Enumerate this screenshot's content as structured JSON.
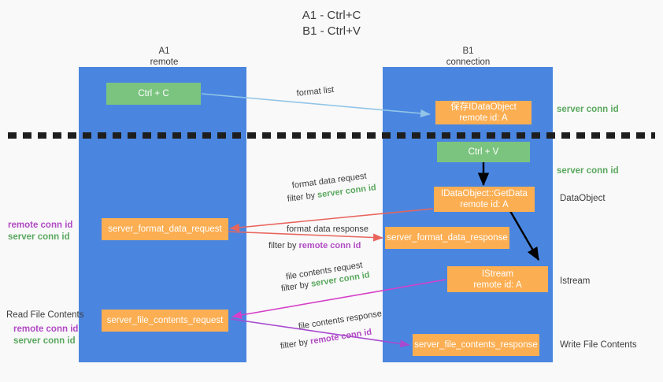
{
  "title": {
    "line1": "A1 - Ctrl+C",
    "line2": "B1 - Ctrl+V"
  },
  "colors": {
    "lane": "#4a86e0",
    "node_green": "#7bc47f",
    "node_orange": "#fcae52",
    "server_conn": "#5aa85e",
    "remote_conn": "#b14ac4",
    "arrow_blue": "#92c5e8",
    "arrow_red": "#e8655e",
    "arrow_magenta": "#d63fc8",
    "arrow_purple": "#a84ad0",
    "arrow_black": "#000000",
    "background": "#f9f9f9",
    "text": "#3c3c3c"
  },
  "columns": [
    {
      "name": "A1",
      "sub": "remote"
    },
    {
      "name": "B1",
      "sub": "connection"
    }
  ],
  "nodes": {
    "ctrl_c": "Ctrl + C",
    "save_idataobject_l1": "保存IDataObject",
    "save_idataobject_l2": "remote id: A",
    "ctrl_v": "Ctrl + V",
    "getdata_l1": "IDataObject::GetData",
    "getdata_l2": "remote id: A",
    "server_format_data_request": "server_format_data_request",
    "server_format_data_response": "server_format_data_response",
    "istream_l1": "IStream",
    "istream_l2": "remote id: A",
    "server_file_contents_request": "server_file_contents_request",
    "server_file_contents_response": "server_file_contents_response"
  },
  "edge_labels": {
    "format_list": "format list",
    "format_data_request": "format data request",
    "filter_by": "filter by",
    "server_conn_id": "server conn id",
    "format_data_response": "format data response",
    "remote_conn_id": "remote conn id",
    "file_contents_request": "file contents request",
    "file_contents_response": "file contents response"
  },
  "right_labels": {
    "server_conn_id_1": "server conn id",
    "server_conn_id_2": "server conn id",
    "dataobject": "DataObject",
    "istream": "Istream",
    "write_file_contents": "Write File Contents"
  },
  "left_labels": {
    "remote_conn_id_1": "remote conn id",
    "server_conn_id_1": "server conn id",
    "read_file_contents": "Read File Contents",
    "remote_conn_id_2": "remote conn id",
    "server_conn_id_2": "server conn id"
  }
}
